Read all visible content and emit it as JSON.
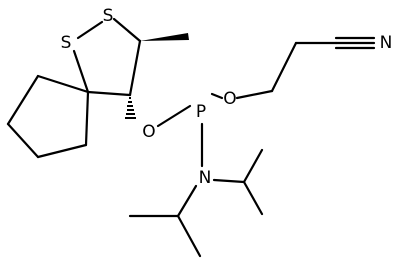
{
  "atoms": {
    "s1": "S",
    "s2": "S",
    "o_ring": "O",
    "o_chain": "O",
    "p": "P",
    "n_amine": "N",
    "n_nitrile": "N"
  },
  "colors": {
    "ink": "#000000",
    "background": "#ffffff"
  }
}
